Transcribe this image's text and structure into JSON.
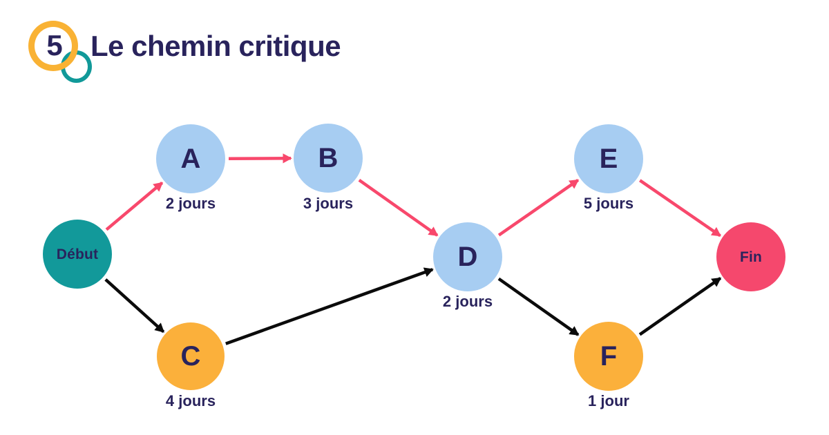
{
  "header": {
    "badge_number": "5",
    "title": "Le chemin critique"
  },
  "colors": {
    "navy_text": "#29235C",
    "critical_path": "#F8486C",
    "normal_path": "#0B0B0B",
    "badge_ring_orange": "#F9B234",
    "badge_ring_teal": "#119999",
    "node_blue": "#A7CDF2",
    "node_orange": "#FBB03B",
    "node_teal": "#12999A",
    "node_pink": "#F5486D"
  },
  "diagram": {
    "nodes": [
      {
        "id": "debut",
        "label": "Début",
        "duration": null,
        "fill": "#12999A",
        "type": "milestone"
      },
      {
        "id": "A",
        "label": "A",
        "duration": "2 jours",
        "fill": "#A7CDF2",
        "type": "task"
      },
      {
        "id": "B",
        "label": "B",
        "duration": "3 jours",
        "fill": "#A7CDF2",
        "type": "task"
      },
      {
        "id": "C",
        "label": "C",
        "duration": "4 jours",
        "fill": "#FBB03B",
        "type": "task"
      },
      {
        "id": "D",
        "label": "D",
        "duration": "2 jours",
        "fill": "#A7CDF2",
        "type": "task"
      },
      {
        "id": "E",
        "label": "E",
        "duration": "5 jours",
        "fill": "#A7CDF2",
        "type": "task"
      },
      {
        "id": "F",
        "label": "F",
        "duration": "1 jour",
        "fill": "#FBB03B",
        "type": "task"
      },
      {
        "id": "fin",
        "label": "Fin",
        "duration": null,
        "fill": "#F5486D",
        "type": "milestone"
      }
    ],
    "edges": [
      {
        "from": "debut",
        "to": "A",
        "type": "critical"
      },
      {
        "from": "A",
        "to": "B",
        "type": "critical"
      },
      {
        "from": "B",
        "to": "D",
        "type": "critical"
      },
      {
        "from": "D",
        "to": "E",
        "type": "critical"
      },
      {
        "from": "E",
        "to": "fin",
        "type": "critical"
      },
      {
        "from": "debut",
        "to": "C",
        "type": "normal"
      },
      {
        "from": "C",
        "to": "D",
        "type": "normal"
      },
      {
        "from": "D",
        "to": "F",
        "type": "normal"
      },
      {
        "from": "F",
        "to": "fin",
        "type": "normal"
      }
    ]
  }
}
